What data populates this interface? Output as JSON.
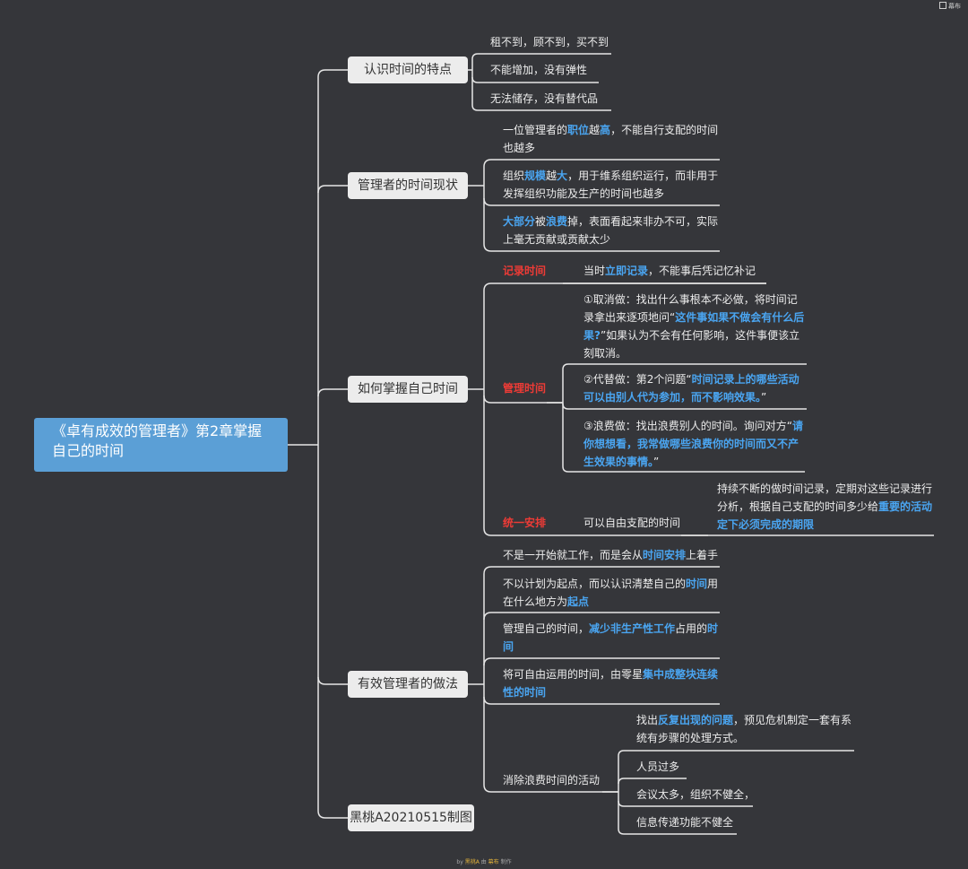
{
  "brand": {
    "label": "幕布",
    "icon": "mubu-logo-icon"
  },
  "root": {
    "title": "《卓有成效的管理者》第2章掌握自己的时间"
  },
  "topics": [
    {
      "title": "认识时间的特点",
      "items": [
        "租不到，顾不到，买不到",
        "不能增加，没有弹性",
        "无法储存，没有替代品"
      ]
    },
    {
      "title": "管理者的时间现状",
      "items": [
        [
          {
            "t": "一位管理者的"
          },
          {
            "t": "职位",
            "hl": true
          },
          {
            "t": "越"
          },
          {
            "t": "高",
            "hl": true
          },
          {
            "t": "，不能自行支配的时间也越多"
          }
        ],
        [
          {
            "t": "组织"
          },
          {
            "t": "规模",
            "hl": true
          },
          {
            "t": "越"
          },
          {
            "t": "大",
            "hl": true
          },
          {
            "t": "，用于维系组织运行，而非用于发挥组织功能及生产的时间也越多"
          }
        ],
        [
          {
            "t": "大部分",
            "hl": true
          },
          {
            "t": "被"
          },
          {
            "t": "浪费",
            "hl": true
          },
          {
            "t": "掉，表面看起来非办不可，实际上毫无贡献或贡献太少"
          }
        ]
      ]
    },
    {
      "title": "如何掌握自己时间",
      "record": {
        "label": "记录时间",
        "text": [
          {
            "t": "当时"
          },
          {
            "t": "立即记录",
            "hl": true
          },
          {
            "t": "，不能事后凭记忆补记"
          }
        ]
      },
      "manage": {
        "label": "管理时间",
        "items": [
          [
            {
              "t": "①取消做：找出什么事根本不必做，将时间记录拿出来逐项地问“"
            },
            {
              "t": "这件事如果不做会有什么后果?",
              "hl": true
            },
            {
              "t": "”如果认为不会有任何影响，这件事便该立刻取消。"
            }
          ],
          [
            {
              "t": "②代替做：第2个问题“"
            },
            {
              "t": "时间记录上的哪些活动可以由别人代为参加，而不影响效果。",
              "hl": true
            },
            {
              "t": "”"
            }
          ],
          [
            {
              "t": "③浪费做：找出浪费别人的时间。询问对方“"
            },
            {
              "t": "请你想想看，我常做哪些浪费你的时间而又不产生效果的事情。",
              "hl": true
            },
            {
              "t": "”"
            }
          ]
        ]
      },
      "arrange": {
        "label": "统一安排",
        "text": "可以自由支配的时间",
        "detail": [
          {
            "t": "持续不断的做时间记录，定期对这些记录进行分析，根据自己支配的时间多少给"
          },
          {
            "t": "重要的活动定下必须完成的期限",
            "hl": true
          }
        ]
      }
    },
    {
      "title": "有效管理者的做法",
      "items": [
        [
          {
            "t": "不是一开始就工作，而是会从"
          },
          {
            "t": "时间安排",
            "hl": true
          },
          {
            "t": "上着手"
          }
        ],
        [
          {
            "t": "不以计划为起点，而以认识清楚自己的"
          },
          {
            "t": "时间",
            "hl": true
          },
          {
            "t": "用在什么地方为"
          },
          {
            "t": "起点",
            "hl": true
          }
        ],
        [
          {
            "t": "管理自己的时间，"
          },
          {
            "t": "减少非生产性工作",
            "hl": true
          },
          {
            "t": "占用的"
          },
          {
            "t": "时间",
            "hl": true
          }
        ],
        [
          {
            "t": "将可自由运用的时间，由零星"
          },
          {
            "t": "集中成整块连续性的时间",
            "hl": true
          }
        ]
      ],
      "waste": {
        "label": "消除浪费时间的活动",
        "lead": [
          {
            "t": "找出"
          },
          {
            "t": "反复出现的问题",
            "hl": true
          },
          {
            "t": "，预见危机制定一套有系统有步骤的处理方式。"
          }
        ],
        "items": [
          "人员过多",
          "会议太多，组织不健全，",
          "信息传递功能不健全"
        ]
      }
    },
    {
      "title": "黑桃A20210515制图"
    }
  ],
  "footer": {
    "pre": "by ",
    "author": "黑桃A",
    "mid": " 由 ",
    "app": "幕布",
    "post": " 制作"
  }
}
